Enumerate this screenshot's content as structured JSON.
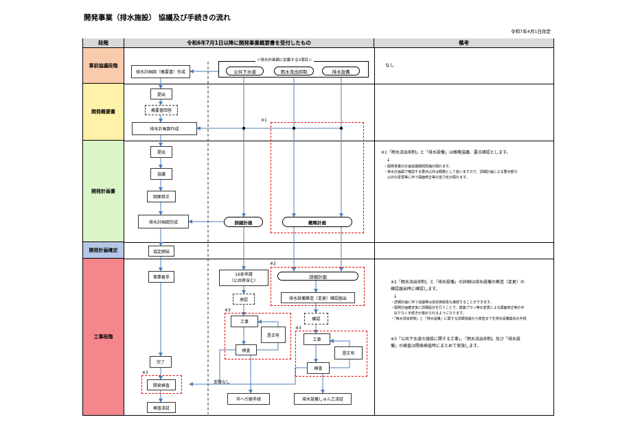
{
  "title": "開発事業（排水施設） 協議及び手続きの流れ",
  "revised_date": "令和7年4月1日改定",
  "headers": {
    "stage": "段階",
    "flow": "令和6年7月1日以降に開発事業概要書を受付したもの",
    "remarks": "備考"
  },
  "stages": [
    "事前協議段階",
    "開発概要書",
    "開発計画書",
    "開発計画確定",
    "工事段階"
  ],
  "stage_colors": [
    "#f8cbad",
    "#fff2a8",
    "#dcf5c8",
    "#b4c7e7",
    "#f4868c"
  ],
  "group_label": "＜排水計画図に記載する3項目＞",
  "items": {
    "sewer": "公共下水道",
    "rain": "雨水流出抑制",
    "drain": "排水設備",
    "plan_create": "排水計画図（概要書）作成",
    "submit1": "提出",
    "answer": "概要書回答",
    "plan_make": "排水計画図作成",
    "submit2": "提出",
    "consult": "協議",
    "fix": "図面修正",
    "plan_done": "排水計画図完成",
    "detail": "詳細計画",
    "outline": "概略計画",
    "agreement": "協定締結",
    "start": "事業着手",
    "app16": "16条申請\n（公共桝含む）",
    "approval": "承認",
    "detail2": "詳細計画",
    "notify": "排水設備築造（変更）確認届出",
    "confirm": "確認",
    "work1": "工事",
    "fix1": "是正有",
    "inspect1": "検査",
    "work2": "工事",
    "fix2": "是正有",
    "inspect2": "検査",
    "complete": "完了",
    "dev_inspect": "開発検査",
    "inspect_done": "検査済証",
    "no_problem": "支障なし",
    "city_handover": "市へ引継手続",
    "drain_done": "排水設備しゅん工済証"
  },
  "marks": {
    "m1": "※1",
    "m2": "※2",
    "m3a": "※3",
    "m3b": "※3",
    "m3c": "※3"
  },
  "remarks": {
    "r1": "なし",
    "r2_title": "※1「雨水流出抑制」と「排水設備」は概略協議、要点確認とします。",
    "r2_arrow": "↓",
    "r2_lines": [
      "・開発事業の計画協議期間短縮が図れます。",
      "・排水計画図で確認する要点以外は概略として扱いますので、詳細計画による要点部分",
      "　以外の変更等に伴う図面修正等の省力化が図れます。"
    ],
    "r3_title": "※2「雨水流出抑制」と「排水設備」の詳細は排水設備の築造（変更）の",
    "r3_title2": "確認届出時に確認します。",
    "r3_arrow": "↓",
    "r3_lines": [
      "・詳細計画に伴う協議等は協定締結後も継続することができます。",
      "・開発計画確定後に詳細設計を行うことで、建築プラン等の変更による図面修正等の手",
      "　戻りなく手続きが進められるようになります。",
      "・「雨水流出抑制」と「排水設備」に関する詳細協議から検査までを排水設備築造の手続"
    ],
    "r4_title": "※3「公共下水道の施設に関する工事」、「雨水流出抑制」及び「排水設",
    "r4_title2": "備」の検査は開発検査時にまとめて実施します。"
  }
}
